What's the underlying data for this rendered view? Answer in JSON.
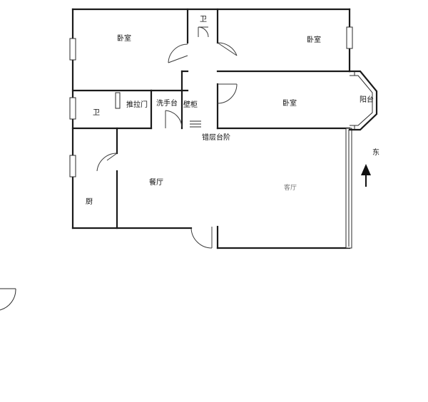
{
  "rooms": {
    "bedroom_top_left": "卧室",
    "bedroom_top_right": "卧室",
    "bedroom_middle": "卧室",
    "bath_top": "卫",
    "bath_left": "卫",
    "sliding_door": "推拉门",
    "wash_basin": "洗手台",
    "wall_cabinet": "壁柜",
    "split_steps": "错层台阶",
    "balcony": "阳台",
    "dining_room": "餐厅",
    "living_room": "客厅",
    "kitchen": "厨"
  },
  "compass": {
    "label": "东",
    "icon": "north-arrow-icon"
  }
}
